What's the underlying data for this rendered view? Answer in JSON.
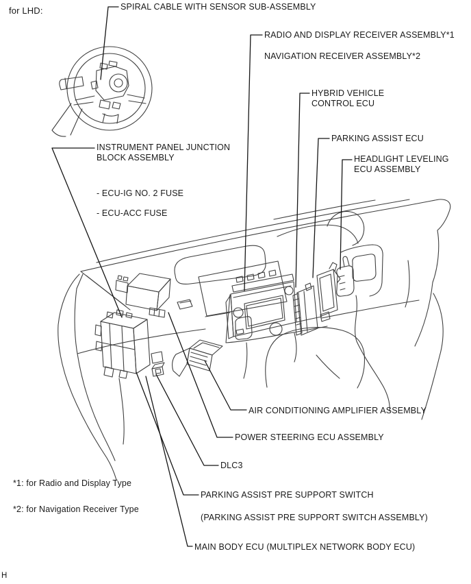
{
  "page": {
    "variant_label": "for LHD:",
    "page_marker": "H"
  },
  "colors": {
    "background": "#ffffff",
    "art_line": "#3f3f3f",
    "leader_line": "#151515",
    "text": "#1a1a1a"
  },
  "diagram": {
    "type": "component-location-illustration",
    "callouts": {
      "spiral_cable": "SPIRAL CABLE WITH SENSOR SUB-ASSEMBLY",
      "radio": "RADIO AND DISPLAY RECEIVER ASSEMBLY*1",
      "navigation": "NAVIGATION RECEIVER ASSEMBLY*2",
      "hv_ecu": "HYBRID VEHICLE\nCONTROL ECU",
      "parking_assist_ecu": "PARKING ASSIST ECU",
      "headlight_ecu": "HEADLIGHT LEVELING\nECU ASSEMBLY",
      "junction_block": "INSTRUMENT PANEL JUNCTION\nBLOCK ASSEMBLY",
      "fuse_ig": "- ECU-IG NO. 2 FUSE",
      "fuse_acc": "- ECU-ACC FUSE",
      "ac_amplifier": "AIR CONDITIONING AMPLIFIER ASSEMBLY",
      "power_steering_ecu": "POWER STEERING ECU ASSEMBLY",
      "dlc3": "DLC3",
      "parking_switch": "PARKING ASSIST PRE SUPPORT SWITCH",
      "parking_switch_assy": "(PARKING ASSIST PRE SUPPORT SWITCH ASSEMBLY)",
      "main_body_ecu": "MAIN BODY ECU (MULTIPLEX NETWORK BODY ECU)"
    },
    "footnotes": {
      "note1": "*1: for Radio and Display Type",
      "note2": "*2: for Navigation Receiver Type"
    }
  }
}
